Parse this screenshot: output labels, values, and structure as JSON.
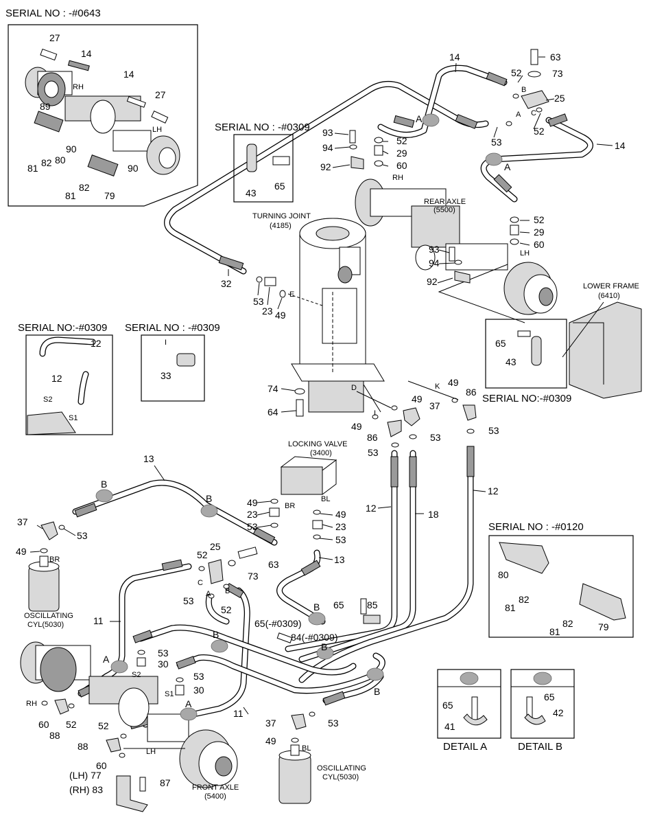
{
  "serial_labels": {
    "s0643": "SERIAL NO : -#0643",
    "s0309_a": "SERIAL NO : -#0309",
    "s0309_b": "SERIAL NO:-#0309",
    "s0309_c": "SERIAL NO : -#0309",
    "s0309_d": "SERIAL NO:-#0309",
    "s0120": "SERIAL NO : -#0120"
  },
  "components": {
    "turning_joint": "TURNING JOINT",
    "turning_joint_code": "(4185)",
    "rear_axle": "REAR AXLE",
    "rear_axle_code": "(5500)",
    "lower_frame": "LOWER FRAME",
    "lower_frame_code": "(6410)",
    "locking_valve": "LOCKING VALVE",
    "locking_valve_code": "(3400)",
    "osc_cyl_left_1": "OSCILLATING",
    "osc_cyl_left_2": "CYL(5030)",
    "osc_cyl_right_1": "OSCILLATING",
    "osc_cyl_right_2": "CYL(5030)",
    "front_axle": "FRONT AXLE",
    "front_axle_code": "(5400)"
  },
  "details": {
    "detail_a": "DETAIL A",
    "detail_b": "DETAIL B",
    "detail_a_parts": [
      "65",
      "41"
    ],
    "detail_b_parts": [
      "65",
      "42"
    ]
  },
  "port_letters": {
    "rh": "RH",
    "lh": "LH",
    "br": "BR",
    "bl": "BL",
    "a": "A",
    "b": "B",
    "c": "C",
    "d": "D",
    "e": "E",
    "i": "I",
    "k": "K",
    "s1": "S1",
    "s2": "S2"
  },
  "side_labels": {
    "lh_77": "(LH) 77",
    "rh_83": "(RH) 83",
    "p65_0309": "65(-#0309)",
    "p84_0309": "84(-#0309)"
  },
  "part_numbers": {
    "inset_0643": [
      "27",
      "14",
      "14",
      "27",
      "89",
      "90",
      "81",
      "82",
      "80",
      "90",
      "81",
      "82",
      "79"
    ],
    "top": [
      "14",
      "63",
      "52",
      "73",
      "25",
      "52",
      "14",
      "53",
      "93",
      "52",
      "94",
      "29",
      "92",
      "60",
      "43",
      "65",
      "52",
      "29",
      "60",
      "93",
      "94",
      "92",
      "32",
      "53",
      "23",
      "49"
    ],
    "middle": [
      "65",
      "43",
      "12",
      "12",
      "33",
      "74",
      "64",
      "49",
      "49",
      "37",
      "86",
      "49",
      "86",
      "53",
      "53",
      "53"
    ],
    "lower": [
      "13",
      "49",
      "23",
      "53",
      "49",
      "23",
      "53",
      "13",
      "12",
      "18",
      "12",
      "37",
      "53",
      "49",
      "52",
      "25",
      "73",
      "63",
      "53",
      "52",
      "11",
      "65",
      "85",
      "53",
      "30",
      "53",
      "30",
      "11",
      "60",
      "88",
      "52",
      "52",
      "88",
      "60",
      "37",
      "53",
      "49",
      "87"
    ],
    "inset_0120": [
      "80",
      "81",
      "82",
      "81",
      "82",
      "79"
    ]
  },
  "hose_markers": {
    "a": "A",
    "b": "B"
  }
}
